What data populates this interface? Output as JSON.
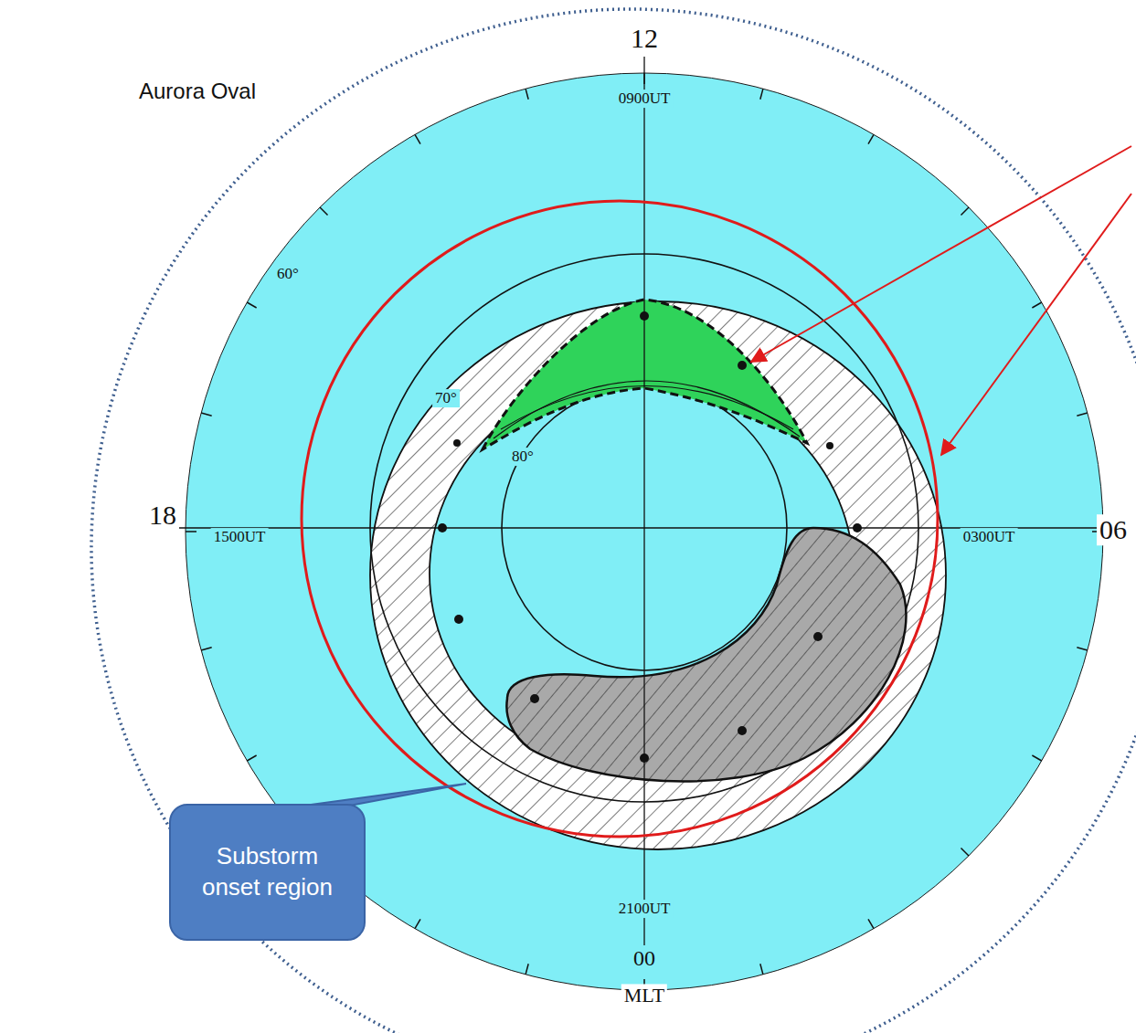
{
  "diagram": {
    "nodes": [
      {
        "text": [
          "Substorm onset region"
        ]
      }
    ],
    "labels": [
      "Aurora Oval",
      "12",
      "0900UT",
      "60°",
      "70°",
      "80°",
      "18",
      "1500UT",
      "0300UT",
      "06",
      "2100UT",
      "00",
      "MLT"
    ]
  }
}
